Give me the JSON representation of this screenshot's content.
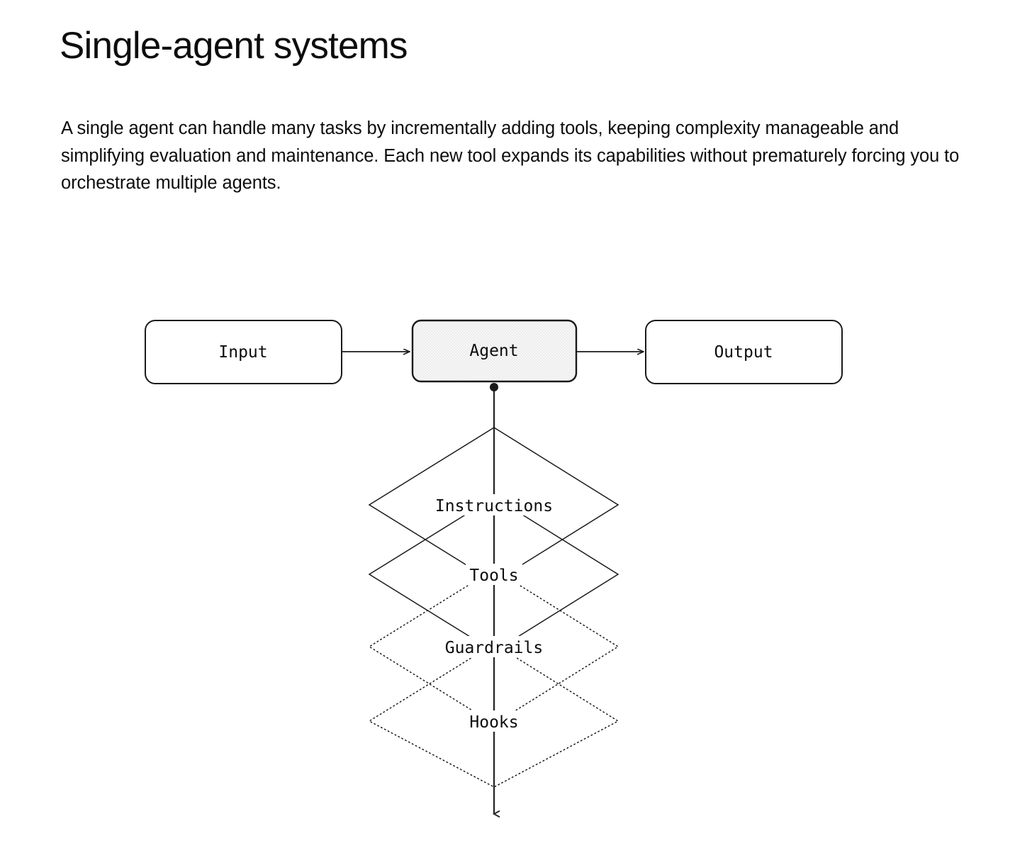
{
  "page": {
    "title": "Single-agent systems",
    "paragraph": "A single agent can handle many tasks by incrementally adding tools, keeping complexity manageable and simplifying evaluation and maintenance. Each new tool expands its capabilities without prematurely forcing you to orchestrate multiple agents.",
    "background_color": "#ffffff",
    "text_color": "#0d0d0d"
  },
  "diagram": {
    "type": "flow",
    "stroke_color": "#1a1a1a",
    "agent_fill_color": "#ededed",
    "box_fill_color": "#ffffff",
    "boxes": [
      {
        "id": "input",
        "label": "Input",
        "style": "solid-rounded",
        "fill": "#ffffff"
      },
      {
        "id": "agent",
        "label": "Agent",
        "style": "solid-rounded-shaded",
        "fill": "#ededed"
      },
      {
        "id": "output",
        "label": "Output",
        "style": "solid-rounded",
        "fill": "#ffffff"
      }
    ],
    "diamonds": [
      {
        "id": "instructions",
        "label": "Instructions",
        "border": "solid"
      },
      {
        "id": "tools",
        "label": "Tools",
        "border": "solid"
      },
      {
        "id": "guardrails",
        "label": "Guardrails",
        "border": "dotted"
      },
      {
        "id": "hooks",
        "label": "Hooks",
        "border": "dotted"
      }
    ],
    "connectors": [
      {
        "id": "input-to-agent",
        "from": "input",
        "to": "agent",
        "kind": "arrow-right"
      },
      {
        "id": "agent-to-output",
        "from": "agent",
        "to": "output",
        "kind": "arrow-right"
      },
      {
        "id": "agent-to-stack",
        "from": "agent",
        "to": "hooks",
        "kind": "arrow-down-with-dot"
      }
    ]
  }
}
